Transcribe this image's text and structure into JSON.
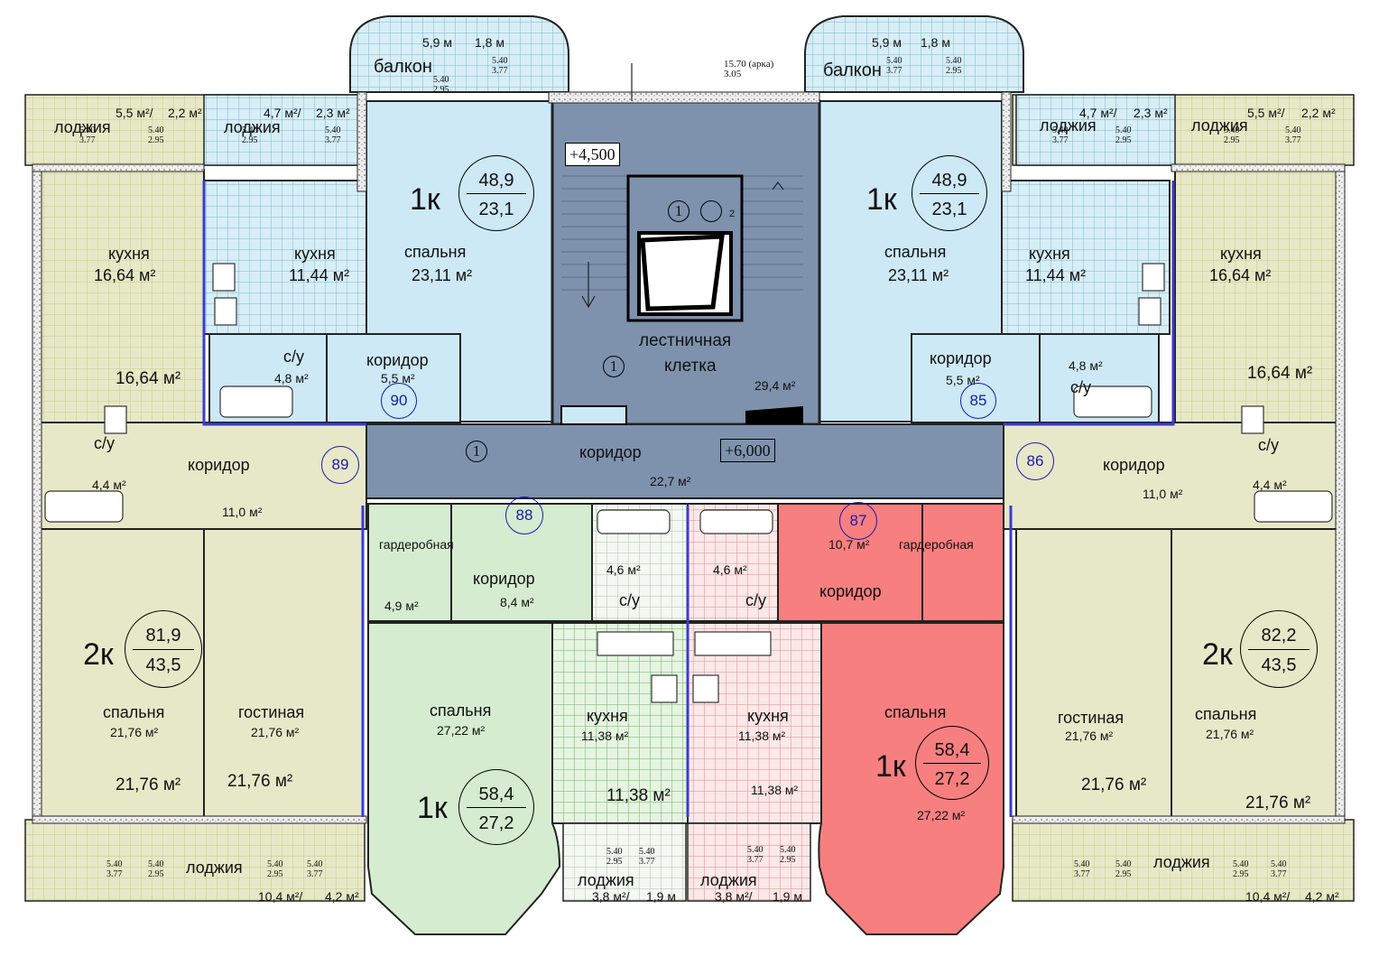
{
  "colors": {
    "blue_room": "#cde9f5",
    "green_room": "#d5ecd0",
    "yellow_room": "#e7e8c8",
    "red_room": "#f77f7f",
    "core": "#7e92ad",
    "wall": "#2b2b2b",
    "marker": "#1a1ab0"
  },
  "apartments": [
    {
      "id": "tl-1k",
      "type": "1к",
      "total": "48,9",
      "living": "23,1"
    },
    {
      "id": "tr-1k",
      "type": "1к",
      "total": "48,9",
      "living": "23,1"
    },
    {
      "id": "bl-2k",
      "type": "2к",
      "total": "81,9",
      "living": "43,5"
    },
    {
      "id": "br-2k",
      "type": "2к",
      "total": "82,2",
      "living": "43,5"
    },
    {
      "id": "bc-green-1k",
      "type": "1к",
      "total": "58,4",
      "living": "27,2"
    },
    {
      "id": "bc-red-1k",
      "type": "1к",
      "total": "58,4",
      "living": "27,2"
    }
  ],
  "labels": {
    "balcony": "балкон",
    "loggia": "лоджия",
    "kitchen": "кухня",
    "bedroom": "спальня",
    "living_room": "гостиная",
    "corridor": "коридор",
    "bathroom": "с/у",
    "wardrobe": "гардеробная",
    "stair_1": "лестничная",
    "stair_2": "клетка"
  },
  "areas": {
    "kitchen_16": "16,64 м²",
    "kitchen_11_44": "11,44 м²",
    "bedroom_23": "23,11 м²",
    "bath_4_8": "4,8 м²",
    "corr_5_5": "5,5 м²",
    "bath_4_4": "4,4 м²",
    "corr_11": "11,0 м²",
    "stair": "29,4 м²",
    "main_corr": "22,7 м²",
    "room_21_76": "21,76 м²",
    "ward_4_9": "4,9 м²",
    "corr_8_4": "8,4 м²",
    "bath_4_6": "4,6 м²",
    "corr_10_7": "10,7 м²",
    "bed_27_22": "27,22 м²",
    "kit_11_38": "11,38 м²",
    "big_16_64": "16,64 м²",
    "big_21_76": "21,76 м²",
    "big_11_38": "11,38 м²",
    "bal_5_9": "5,9 м",
    "bal_1_8": "1,8 м",
    "log_5_5": "5,5 м²/",
    "log_2_2": "2,2 м²",
    "log_4_7": "4,7 м²/",
    "log_2_3": "2,3 м²",
    "log_10_4": "10,4 м²/",
    "log_4_2": "4,2 м²",
    "log_3_8": "3,8 м²/",
    "log_1_9": "1,9 м"
  },
  "heights": {
    "h540": "5.40",
    "h377": "3.77",
    "h295": "2.95",
    "arch": "15.70 (арка)",
    "arch_h": "3.05"
  },
  "levels": {
    "upper": "+4,500",
    "lower": "+6,000"
  },
  "axis_marker": "1",
  "small_marker": "2",
  "numbers": [
    "90",
    "85",
    "89",
    "86",
    "88",
    "87"
  ]
}
